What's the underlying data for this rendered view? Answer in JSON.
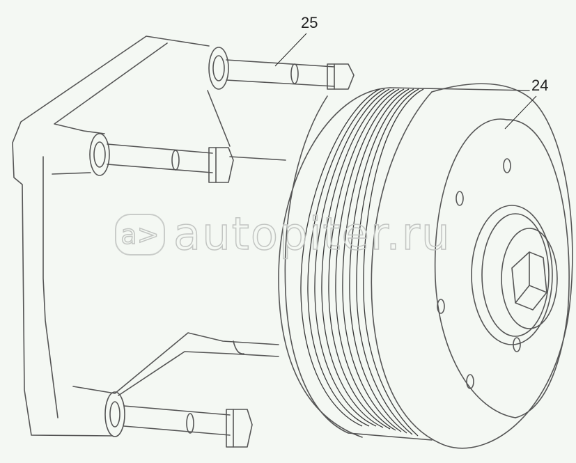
{
  "diagram": {
    "type": "exploded parts illustration",
    "subject": "fan drive pulley with mounting bracket and bolts",
    "callouts": [
      {
        "id": "callout-25",
        "label": "25",
        "refers_to": "mounting bolts"
      },
      {
        "id": "callout-24",
        "label": "24",
        "refers_to": "multi-groove pulley / fan drive"
      }
    ],
    "watermark": {
      "logo": "a>",
      "text": "autopiter.ru"
    },
    "colors": {
      "background": "#f4f8f3",
      "line": "#555555",
      "label": "#222222",
      "watermark": "#c2c5c2"
    }
  }
}
